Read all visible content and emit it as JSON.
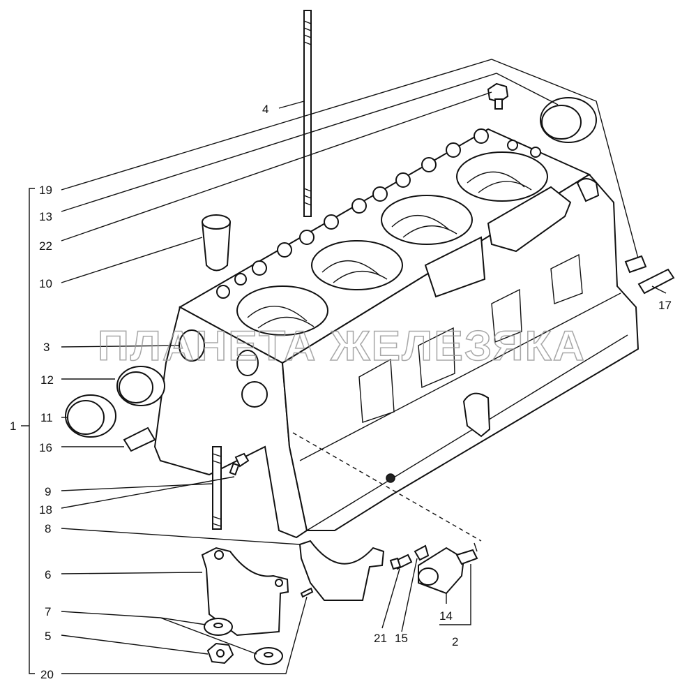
{
  "watermark": "ПЛАНЕТА ЖЕЛЕЗЯКА",
  "callouts": {
    "c1": "1",
    "c2": "2",
    "c3": "3",
    "c4": "4",
    "c5": "5",
    "c6": "6",
    "c7": "7",
    "c8": "8",
    "c9": "9",
    "c10": "10",
    "c11": "11",
    "c12": "12",
    "c13": "13",
    "c14": "14",
    "c15": "15",
    "c16": "16",
    "c17": "17",
    "c18": "18",
    "c19": "19",
    "c20": "20",
    "c21": "21",
    "c22": "22"
  }
}
